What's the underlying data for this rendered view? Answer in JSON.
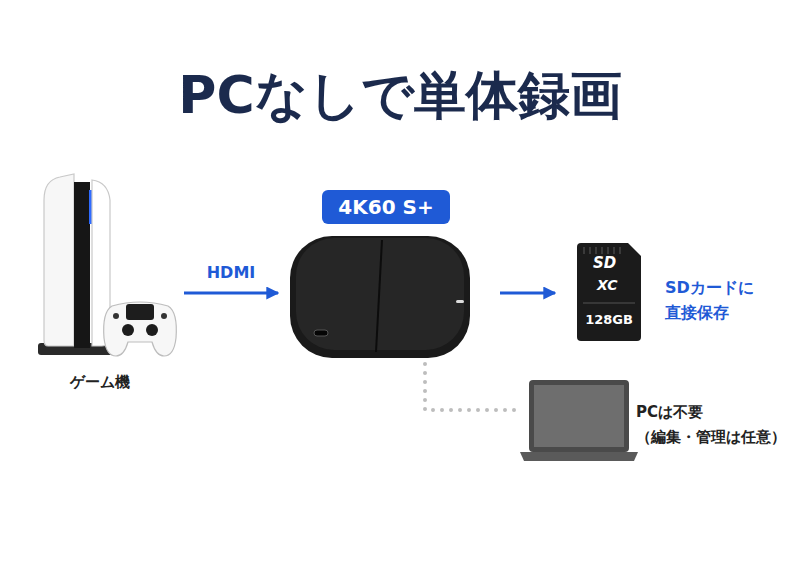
{
  "diagram": {
    "title": "PCなしで単体録画",
    "nodes": [
      {
        "text": [
          "ゲーム機"
        ]
      },
      {
        "text": [
          "4K60 S+"
        ]
      },
      {
        "text": [
          "128GB",
          "SDカードに 直接保存"
        ]
      },
      {
        "text": [
          "PCは不要",
          "（編集・管理は任意）"
        ]
      }
    ],
    "edges": [
      {
        "from": 0,
        "to": 1,
        "arrow": "to",
        "label": "HDMI"
      },
      {
        "from": 1,
        "to": 2,
        "arrow": "to"
      },
      {
        "from": 1,
        "to": 3,
        "arrow": "none"
      }
    ],
    "labels": [
      "SD",
      "XC"
    ]
  }
}
